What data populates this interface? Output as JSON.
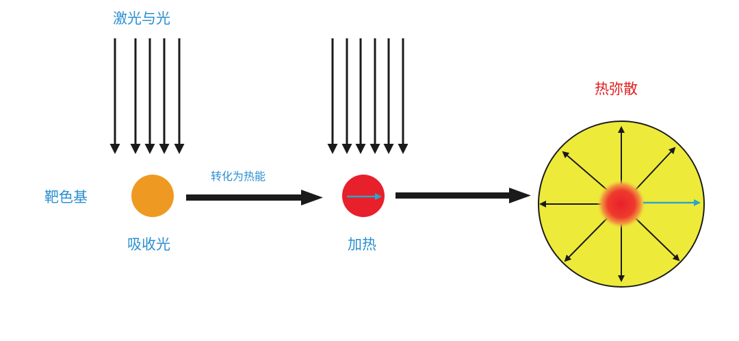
{
  "labels": {
    "laser_light": "激光与光",
    "target_base": "靶色基",
    "absorb_light": "吸收光",
    "convert_heat": "转化为热能",
    "heating": "加热",
    "heat_diffusion": "热弥散"
  },
  "colors": {
    "label_blue": "#2a8fd0",
    "label_red": "#e02020",
    "arrow_black": "#1a1a1a",
    "absorber_orange": "#ee9a22",
    "heated_red": "#e8202c",
    "inner_arrow_cyan": "#2aa6c8",
    "diffusion_yellow": "#eeea3a",
    "hot_core": "#e8202c",
    "hot_core_glow": "#f29a40"
  }
}
